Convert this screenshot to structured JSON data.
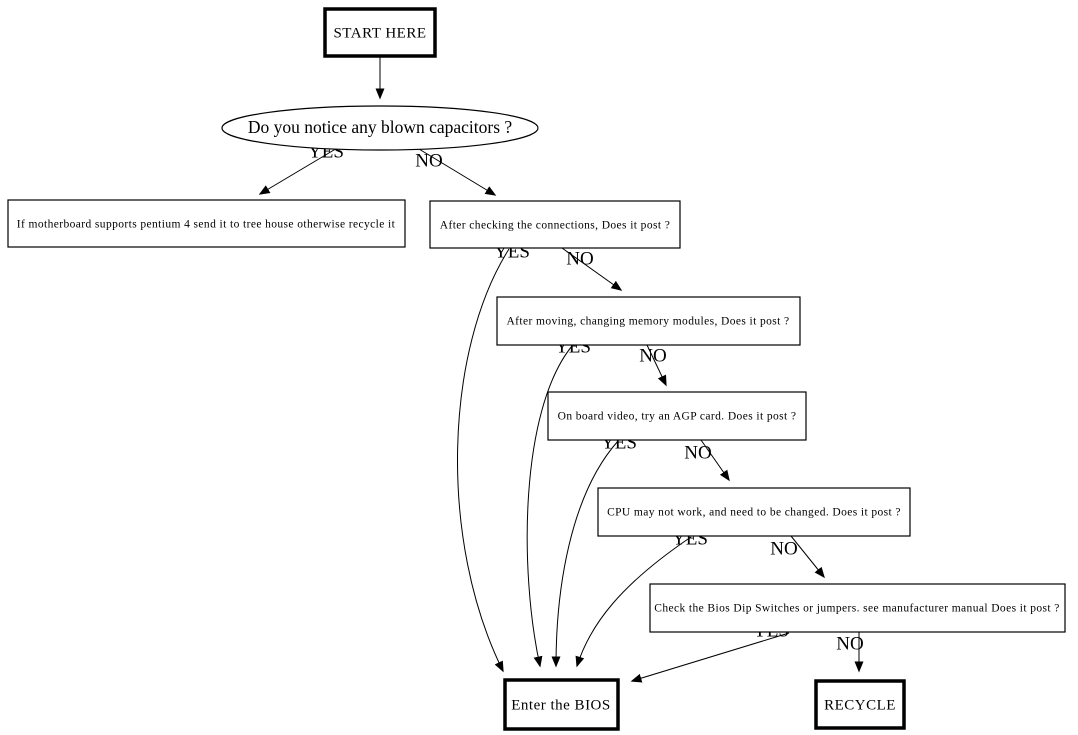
{
  "diagram": {
    "kind": "flowchart",
    "background_color": "#ffffff",
    "line_color": "#000000",
    "nodes": {
      "start": {
        "label": "START HERE",
        "shape": "rect-bold"
      },
      "q_capacitors": {
        "label": "Do you notice any blown capacitors ?",
        "shape": "ellipse"
      },
      "pentium_advice": {
        "label": "If motherboard supports pentium 4 send it to tree house otherwise recycle it",
        "shape": "rect"
      },
      "q_connections": {
        "label": "After checking the connections, Does it post ?",
        "shape": "rect"
      },
      "q_memory": {
        "label": "After moving, changing memory modules, Does it post ?",
        "shape": "rect"
      },
      "q_video": {
        "label": "On board video, try an AGP card. Does it post ?",
        "shape": "rect"
      },
      "q_cpu": {
        "label": "CPU may not work, and need to be changed. Does it post ?",
        "shape": "rect"
      },
      "q_bios_dip": {
        "label": "Check the Bios Dip Switches or jumpers. see manufacturer manual Does it post ?",
        "shape": "rect"
      },
      "enter_bios": {
        "label": "Enter the BIOS",
        "shape": "rect-bold"
      },
      "recycle": {
        "label": "RECYCLE",
        "shape": "rect-bold"
      }
    },
    "edges": {
      "capacitors_yes": "YES",
      "capacitors_no": "NO",
      "connections_yes": "YES",
      "connections_no": "NO",
      "memory_yes": "YES",
      "memory_no": "NO",
      "video_yes": "YES",
      "video_no": "NO",
      "cpu_yes": "YES",
      "cpu_no": "NO",
      "bios_dip_yes": "YES",
      "bios_dip_no": "NO"
    }
  }
}
